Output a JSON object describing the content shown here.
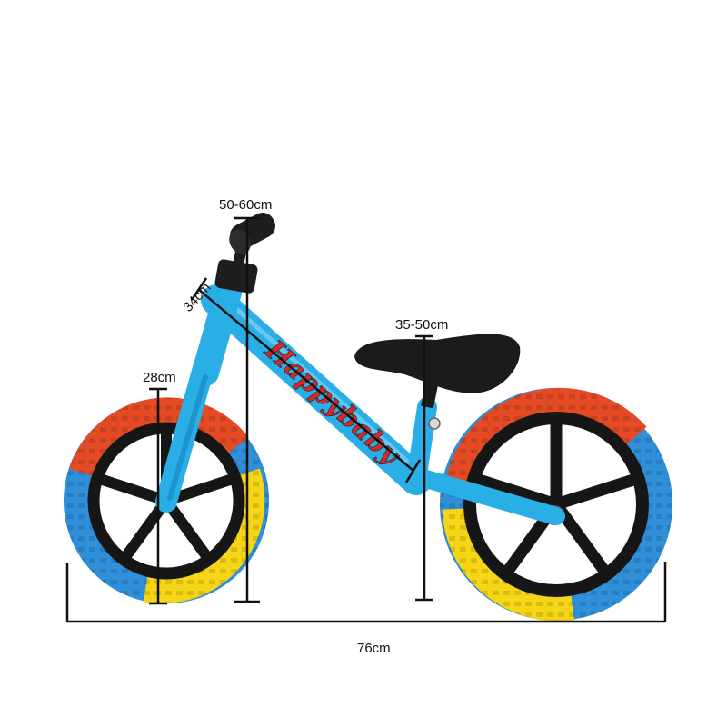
{
  "product": {
    "brand_text": "Happybaby",
    "colors": {
      "frame": "#29aee5",
      "frame_shade": "#1586c2",
      "tire_red": "#e44a24",
      "tire_yellow": "#f6d516",
      "tire_blue": "#2f8fd8",
      "rim": "#161616",
      "seat": "#1b1b1b",
      "grip": "#1e1e1e",
      "brand_text": "#d62a2a",
      "dimension_line": "#111111"
    }
  },
  "dimensions": {
    "handlebar_height": "50-60cm",
    "frame_length": "34cm",
    "seat_height": "35-50cm",
    "wheel_diameter": "28cm",
    "total_length": "76cm"
  }
}
